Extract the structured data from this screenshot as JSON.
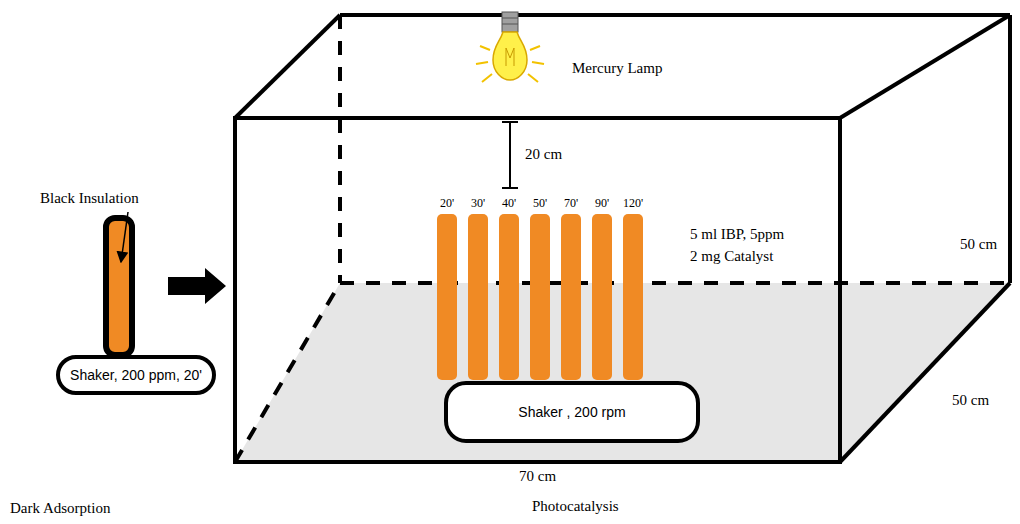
{
  "diagram": {
    "nodes": [
      {
        "text": [
          "Shaker, 200 ppm, 20'"
        ]
      },
      {
        "text": [
          "Shaker , 200 rpm"
        ]
      }
    ],
    "labels": [
      "Black Insulation",
      "Mercury Lamp",
      "20 cm",
      "20'",
      "30'",
      "40'",
      "50'",
      "70'",
      "90'",
      "120'",
      "5 ml IBP, 5ppm",
      "2 mg Catalyst",
      "50 cm",
      "50 cm",
      "70 cm",
      "Dark Adsorption",
      "Photocatalysis"
    ]
  }
}
